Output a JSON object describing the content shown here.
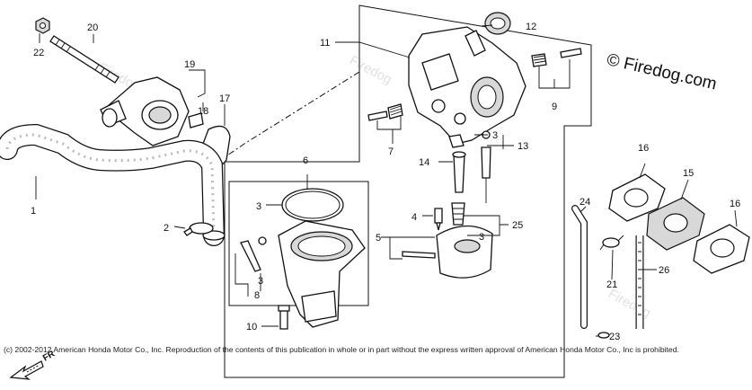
{
  "brand": "© Firedog.com",
  "watermarks": [
    "Firedog",
    "Firedog",
    "Firedog"
  ],
  "copyright": "(c) 2002-2012 American Honda Motor Co., Inc. Reproduction of the contents of this publication in whole or in part without the express written approval of American Honda Motor Co., Inc is prohibited.",
  "direction": "FR",
  "callouts": {
    "c1": "1",
    "c2": "2",
    "c3a": "3",
    "c3b": "3",
    "c3c": "3",
    "c3d": "3",
    "c4": "4",
    "c5": "5",
    "c6": "6",
    "c7": "7",
    "c8": "8",
    "c9": "9",
    "c10": "10",
    "c11": "11",
    "c12": "12",
    "c13": "13",
    "c14": "14",
    "c15": "15",
    "c16a": "16",
    "c16b": "16",
    "c17": "17",
    "c18": "18",
    "c19": "19",
    "c20": "20",
    "c21": "21",
    "c22": "22",
    "c23": "23",
    "c24": "24",
    "c25": "25",
    "c26": "26"
  }
}
